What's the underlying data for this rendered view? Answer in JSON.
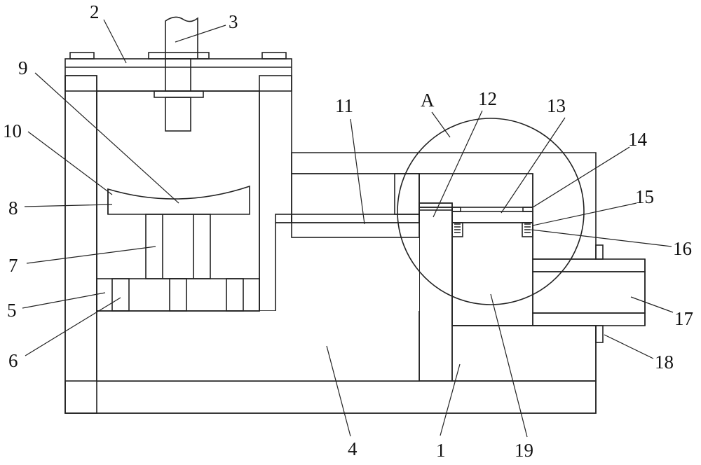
{
  "labels": [
    {
      "id": "label-1",
      "text": "1"
    },
    {
      "id": "label-2",
      "text": "2"
    },
    {
      "id": "label-3",
      "text": "3"
    },
    {
      "id": "label-4",
      "text": "4"
    },
    {
      "id": "label-5",
      "text": "5"
    },
    {
      "id": "label-6",
      "text": "6"
    },
    {
      "id": "label-7",
      "text": "7"
    },
    {
      "id": "label-8",
      "text": "8"
    },
    {
      "id": "label-9",
      "text": "9"
    },
    {
      "id": "label-10",
      "text": "10"
    },
    {
      "id": "label-11",
      "text": "11"
    },
    {
      "id": "label-12",
      "text": "12"
    },
    {
      "id": "label-13",
      "text": "13"
    },
    {
      "id": "label-14",
      "text": "14"
    },
    {
      "id": "label-15",
      "text": "15"
    },
    {
      "id": "label-16",
      "text": "16"
    },
    {
      "id": "label-17",
      "text": "17"
    },
    {
      "id": "label-18",
      "text": "18"
    },
    {
      "id": "label-19",
      "text": "19"
    },
    {
      "id": "label-A",
      "text": "A"
    }
  ]
}
